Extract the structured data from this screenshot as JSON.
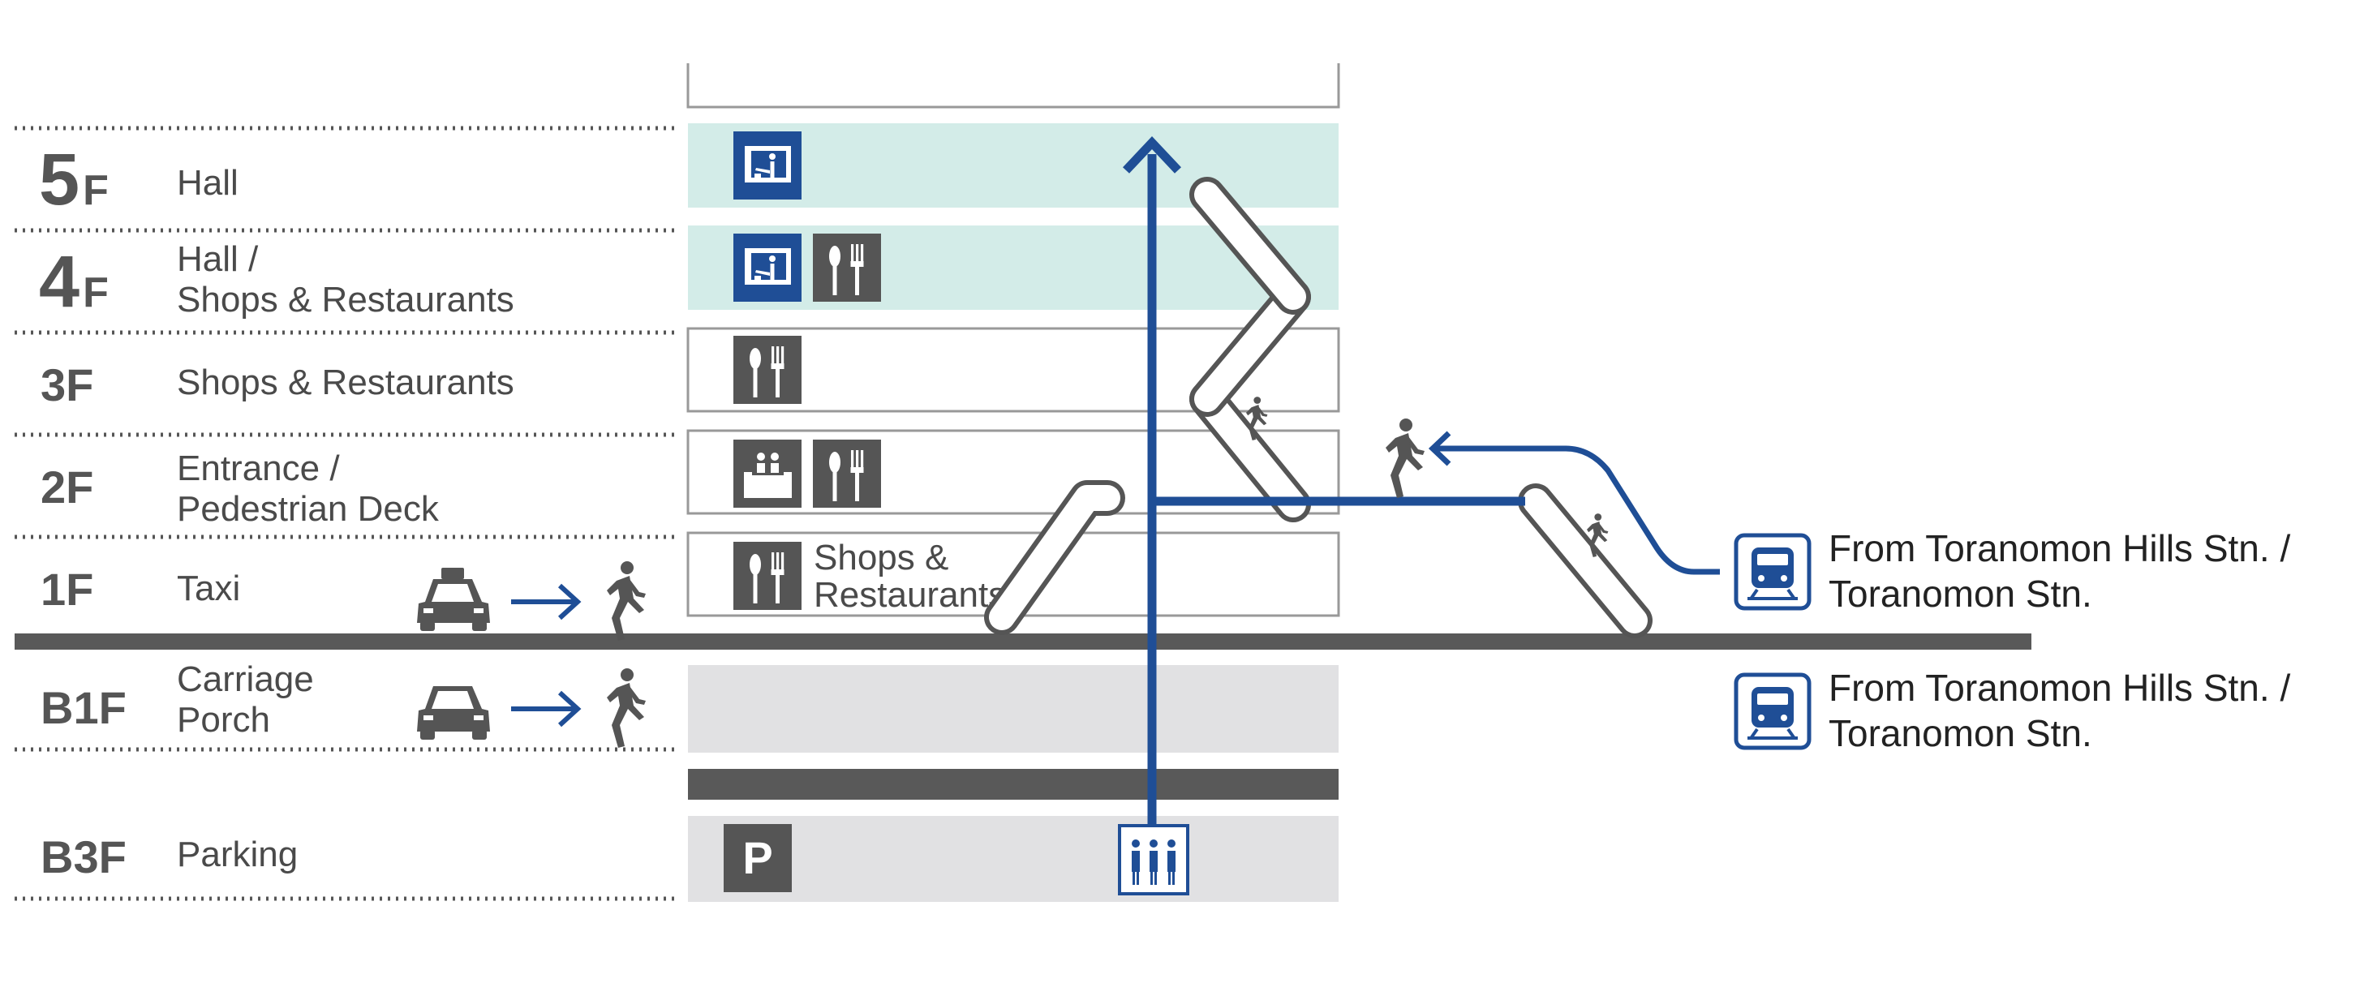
{
  "floors": [
    {
      "id": "5f",
      "num": "5",
      "suffix": "F",
      "label_lines": [
        "Hall"
      ]
    },
    {
      "id": "4f",
      "num": "4",
      "suffix": "F",
      "label_lines": [
        "Hall /",
        "Shops & Restaurants"
      ]
    },
    {
      "id": "3f",
      "num": "3F",
      "suffix": "",
      "label_lines": [
        "Shops & Restaurants"
      ]
    },
    {
      "id": "2f",
      "num": "2F",
      "suffix": "",
      "label_lines": [
        "Entrance /",
        "Pedestrian Deck"
      ]
    },
    {
      "id": "1f",
      "num": "1F",
      "suffix": "",
      "label_lines": [
        "Taxi"
      ]
    },
    {
      "id": "b1f",
      "num": "B1F",
      "suffix": "",
      "label_lines": [
        "Carriage",
        "Porch"
      ]
    },
    {
      "id": "b3f",
      "num": "B3F",
      "suffix": "",
      "label_lines": [
        "Parking"
      ]
    }
  ],
  "building": {
    "floor_1_text_lines": [
      "Shops &",
      "Restaurants"
    ],
    "parking_sign": "P"
  },
  "access": [
    {
      "id": "access-2f",
      "lines": [
        "From Toranomon Hills Stn. /",
        "Toranomon Stn."
      ]
    },
    {
      "id": "access-b1f",
      "lines": [
        "From Toranomon Hills Stn. /",
        "Toranomon Stn."
      ]
    }
  ],
  "icons": [
    "hall-icon",
    "restaurant-icon",
    "entrance-icon",
    "taxi-icon",
    "car-icon",
    "pedestrian-icon",
    "parking-icon",
    "elevator-icon",
    "escalator-icon",
    "train-icon",
    "arrow-up-icon",
    "arrow-right-icon",
    "arrow-left-icon"
  ],
  "colors": {
    "route_blue": "#1f4e96",
    "floor_num_gray": "#555555",
    "icon_gray": "#555555",
    "hall_floor_fill": "#d3ece8",
    "basement_fill": "#e1e1e3",
    "ground_line": "#595959"
  }
}
